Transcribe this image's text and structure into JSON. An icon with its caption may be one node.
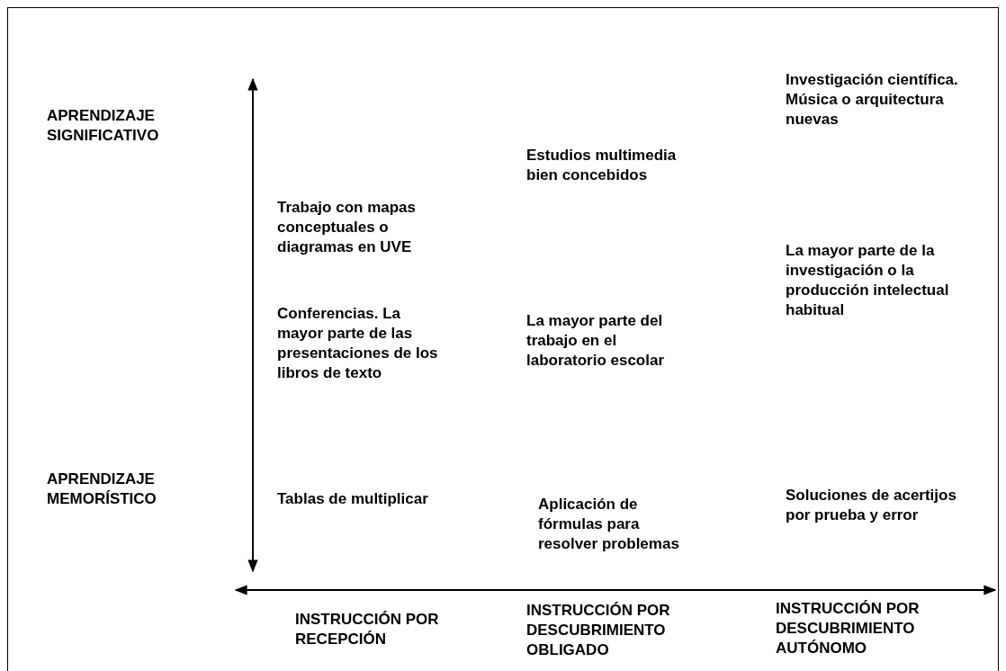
{
  "diagram": {
    "labels": [
      "Investigación científica. Música o arquitectura nuevas",
      "APRENDIZAJE SIGNIFICATIVO",
      "Estudios multimedia bien concebidos",
      "Trabajo con mapas conceptuales o diagramas en UVE",
      "La mayor parte de la investigación o la producción intelectual habitual",
      "Conferencias. La mayor parte de las presentaciones de los libros de texto",
      "La mayor parte del trabajo en el laboratorio escolar",
      "APRENDIZAJE MEMORÍSTICO",
      "Soluciones de acertijos por prueba y error",
      "Tablas de multiplicar",
      "Aplicación de fórmulas para resolver problemas",
      "INSTRUCCIÓN POR RECEPCIÓN",
      "INSTRUCCIÓN POR DESCUBRIMIENTO OBLIGADO",
      "INSTRUCCIÓN POR DESCUBRIMIENTO AUTÓNOMO"
    ]
  }
}
